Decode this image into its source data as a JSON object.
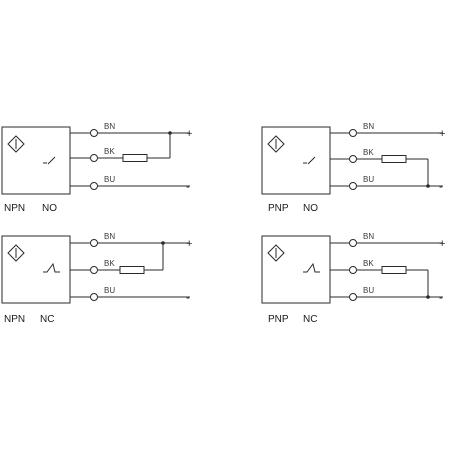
{
  "diagrams": [
    {
      "type_label": "NPN",
      "mode_label": "NO",
      "switch": "no",
      "bridge": "bn-bk",
      "wires": [
        {
          "label": "BN",
          "sign": "+"
        },
        {
          "label": "BK",
          "sign": ""
        },
        {
          "label": "BU",
          "sign": "-"
        }
      ]
    },
    {
      "type_label": "PNP",
      "mode_label": "NO",
      "switch": "no",
      "bridge": "bk-bu",
      "wires": [
        {
          "label": "BN",
          "sign": "+"
        },
        {
          "label": "BK",
          "sign": ""
        },
        {
          "label": "BU",
          "sign": "-"
        }
      ]
    },
    {
      "type_label": "NPN",
      "mode_label": "NC",
      "switch": "nc",
      "bridge": "bn-bk",
      "wires": [
        {
          "label": "BN",
          "sign": "+"
        },
        {
          "label": "BK",
          "sign": ""
        },
        {
          "label": "BU",
          "sign": "-"
        }
      ]
    },
    {
      "type_label": "PNP",
      "mode_label": "NC",
      "switch": "nc",
      "bridge": "bk-bu",
      "wires": [
        {
          "label": "BN",
          "sign": "+"
        },
        {
          "label": "BK",
          "sign": ""
        },
        {
          "label": "BU",
          "sign": "-"
        }
      ]
    }
  ]
}
